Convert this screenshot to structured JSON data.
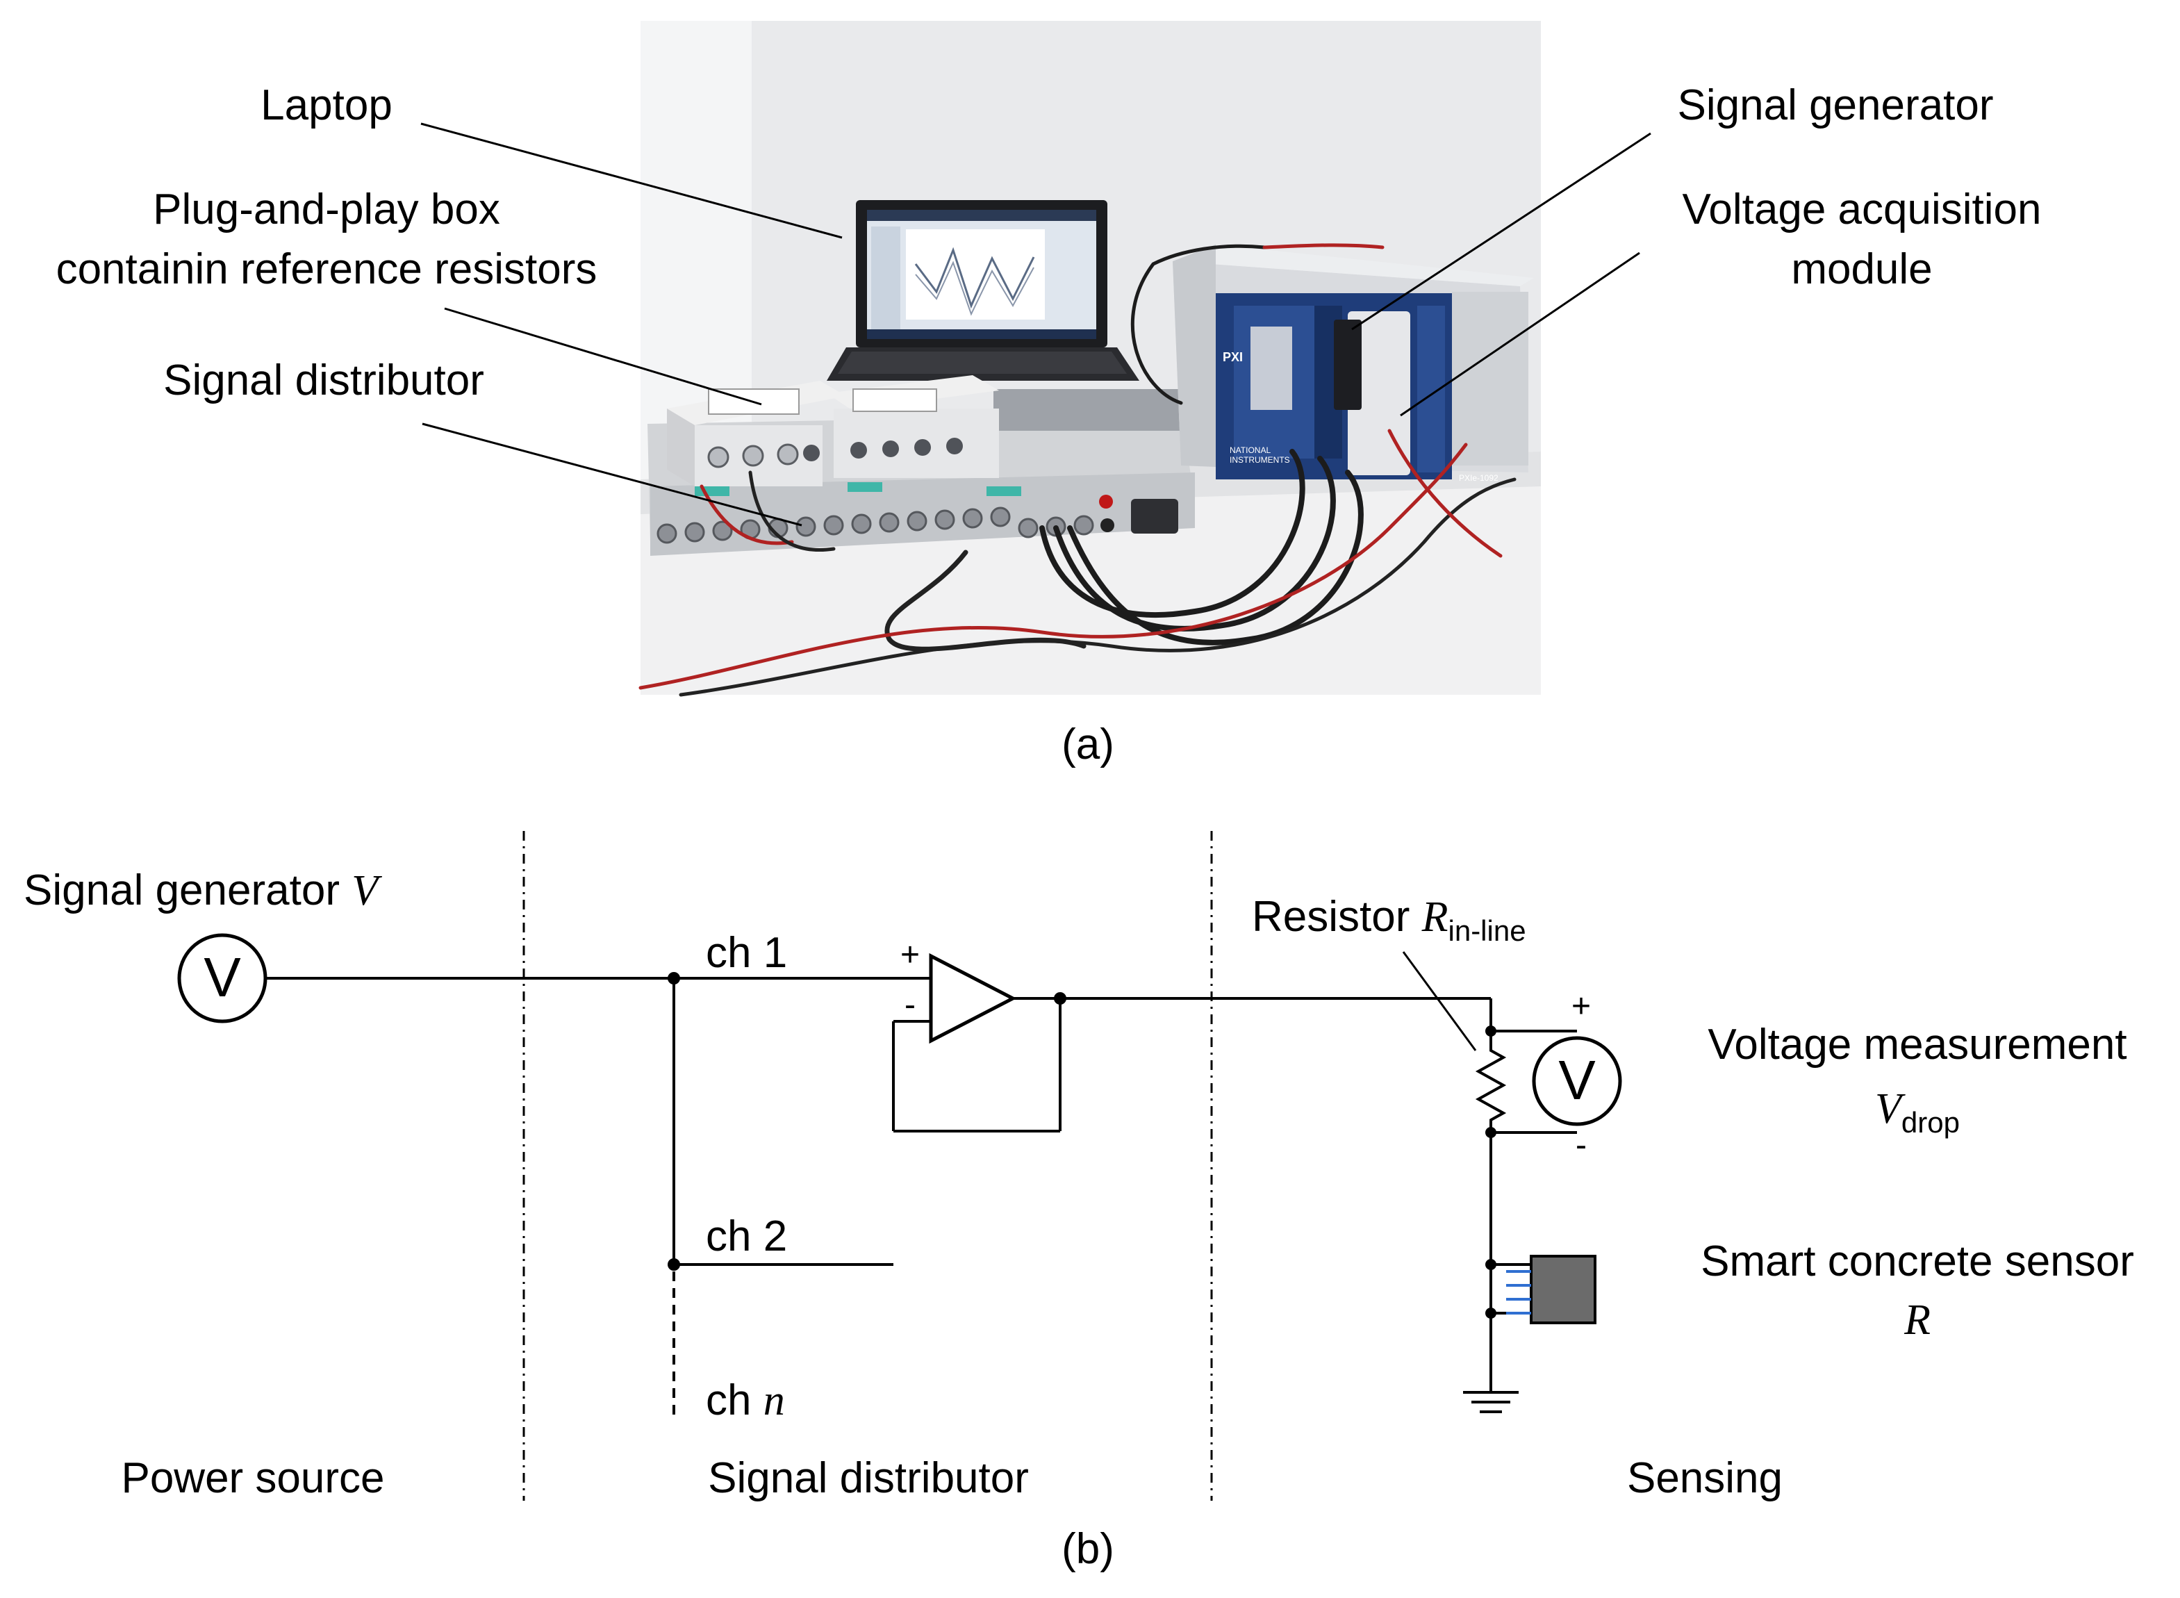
{
  "panel_a": {
    "caption": "(a)",
    "labels": {
      "laptop": "Laptop",
      "plug_box_line1": "Plug-and-play box",
      "plug_box_line2": "containin reference resistors",
      "signal_distributor": "Signal distributor",
      "signal_generator": "Signal generator",
      "voltage_acq_line1": "Voltage acquisition",
      "voltage_acq_line2": "module"
    },
    "photo_text": {
      "brand_line1": "NATIONAL",
      "brand_line2": "INSTRUMENTS",
      "chassis_model": "PXIe-1092",
      "pxi": "PXI"
    }
  },
  "panel_b": {
    "caption": "(b)",
    "source_label": "Signal generator",
    "source_symbol": "V",
    "meter_symbol": "V",
    "channels": [
      "ch 1",
      "ch 2",
      "ch "
    ],
    "channel_n_symbol": "n",
    "opamp_plus": "+",
    "opamp_minus": "-",
    "resistor_label": "Resistor",
    "resistor_symbol": "R",
    "resistor_subscript": "in-line",
    "measurement_label": "Voltage measurement",
    "measurement_symbol": "V",
    "measurement_subscript": "drop",
    "meter_plus": "+",
    "meter_minus": "-",
    "sensor_label": "Smart concrete sensor",
    "sensor_symbol": "R",
    "sections": [
      "Power source",
      "Signal distributor",
      "Sensing"
    ]
  }
}
